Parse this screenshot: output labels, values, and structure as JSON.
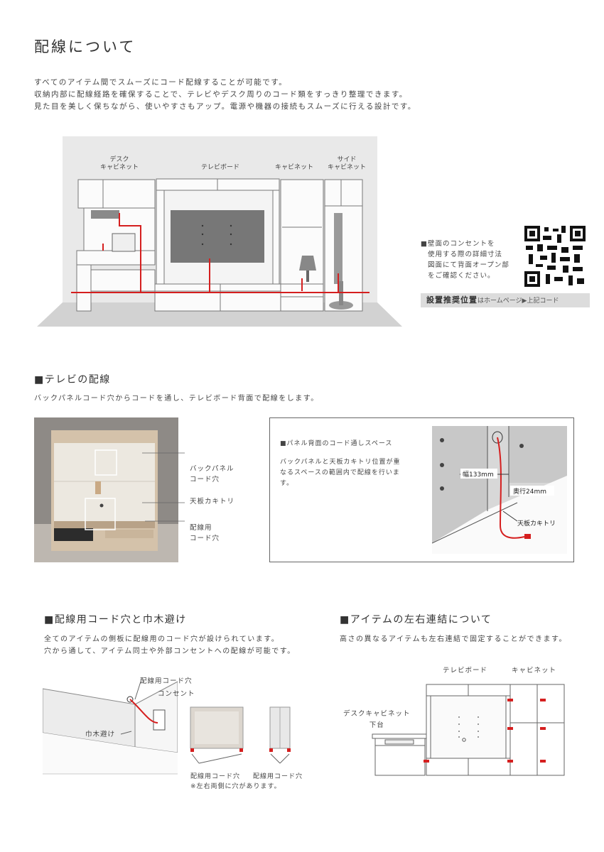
{
  "page": {
    "title": "配線について",
    "intro": [
      "すべてのアイテム間でスムーズにコード配線することが可能です。",
      "収納内部に配線経路を確保することで、テレビやデスク周りのコード類をすっきり整理できます。",
      "見た目を美しく保ちながら、使いやすさもアップ。電源や機器の接続もスムーズに行える設計です。"
    ]
  },
  "overview": {
    "labels": {
      "desk_line1": "デスク",
      "desk_line2": "キャビネット",
      "tvboard": "テレビボード",
      "cabinet": "キャビネット",
      "side_line1": "サイド",
      "side_line2": "キャビネット"
    },
    "qr_note": [
      "■壁面のコンセントを",
      "使用する際の詳細寸法",
      "図面にて背面オープン部",
      "をご確認ください。"
    ],
    "banner_bold": "設置推奨位置",
    "banner_text": "はホームページ▶上記コード"
  },
  "tv_wiring": {
    "heading": "■テレビの配線",
    "desc": "バックパネルコード穴からコードを通し、テレビボード背面で配線をします。",
    "callouts": {
      "backpanel_line1": "バックパネル",
      "backpanel_line2": "コード穴",
      "top_notch": "天板カキトリ",
      "hole_line1": "配線用",
      "hole_line2": "コード穴"
    },
    "box_title": "■パネル背面のコード通しスペース",
    "box_text": [
      "バックパネルと天板カキトリ位置が重",
      "なるスペースの範囲内で配線を行いま",
      "す。"
    ],
    "dim_width": "幅133mm",
    "dim_depth": "奥行24mm",
    "notch_label": "天板カキトリ"
  },
  "cord_hole": {
    "heading": "■配線用コード穴と巾木避け",
    "desc": [
      "全てのアイテムの側板に配線用のコード穴が設けられています。",
      "穴から通して、アイテム同士や外部コンセントへの配線が可能です。"
    ],
    "label_hole": "配線用コード穴",
    "label_outlet": "コンセント",
    "label_baseboard": "巾木避け",
    "caption_a": "配線用コード穴",
    "caption_b": "配線用コード穴",
    "note": "※左右両側に穴があります。"
  },
  "connect": {
    "heading": "■アイテムの左右連結について",
    "desc": "高さの異なるアイテムも左右連結で固定することができます。",
    "label_tvboard": "テレビボード",
    "label_cabinet": "キャビネット",
    "label_desk_line1": "デスクキャビネット",
    "label_desk_line2": "下台"
  },
  "colors": {
    "accent_red": "#d51f1f",
    "wall_gray": "#e9e9e9",
    "floor_gray": "#d2d2d2",
    "banner_gray": "#dcdcdc"
  }
}
